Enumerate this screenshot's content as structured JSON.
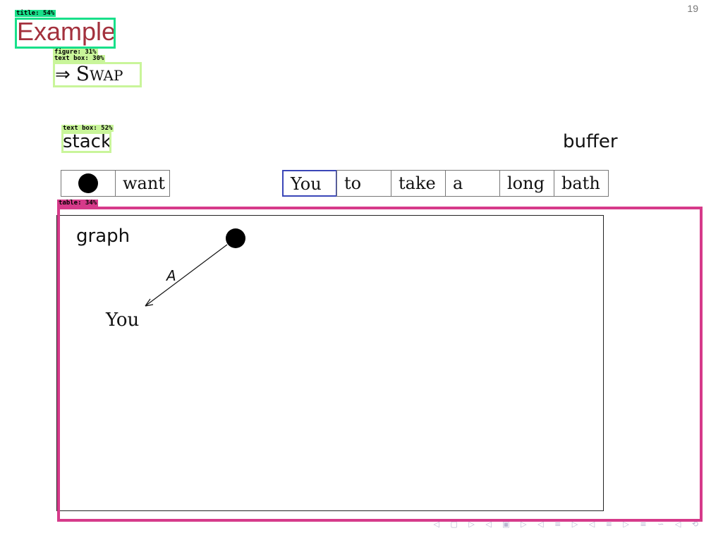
{
  "slide": {
    "number": "19"
  },
  "title": "Example",
  "subheading": {
    "arrow": "⇒",
    "text": "Swap"
  },
  "stack": {
    "label": "stack",
    "items": [
      "",
      "want"
    ]
  },
  "buffer": {
    "label": "buffer",
    "items": [
      "You",
      "to",
      "take",
      "a",
      "long",
      "bath"
    ],
    "active_index": 0
  },
  "graph": {
    "label": "graph",
    "edge_label": "A",
    "node_text": "You"
  },
  "detections": [
    {
      "label": "title: 54%",
      "color": "#18e08a"
    },
    {
      "label": "figure: 31%",
      "color": "#c9f59a"
    },
    {
      "label": "text box: 30%",
      "color": "#c9f59a"
    },
    {
      "label": "text box: 52%",
      "color": "#c9f59a"
    },
    {
      "label": "table: 34%",
      "color": "#d63a8a"
    }
  ],
  "nav": {
    "icons": "◁ ▢ ▷ ◁ ▣ ▷ ◁ ≡ ▷ ◁ ≡ ▷ ≡ ∽ ◁ ⟲"
  },
  "colors": {
    "title": "#a3313d",
    "active_cell": "#3a46b8"
  }
}
